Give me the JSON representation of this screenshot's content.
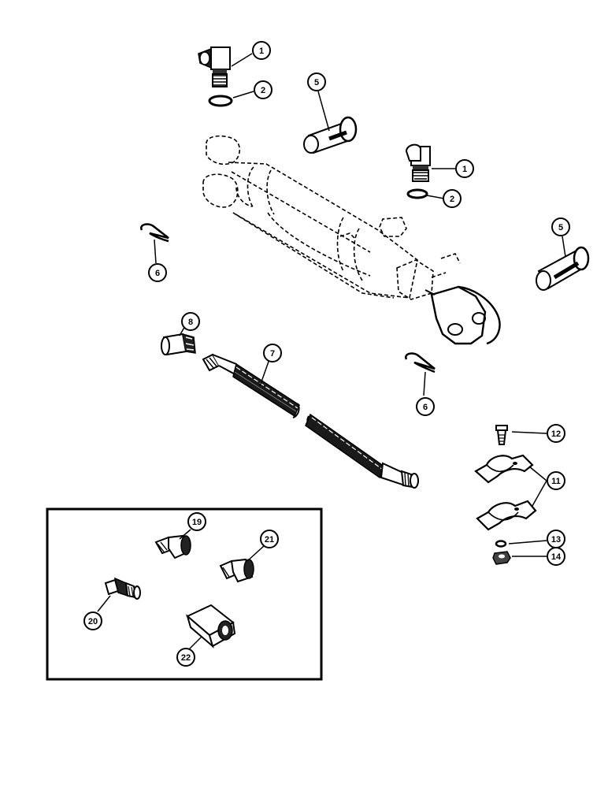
{
  "figure": {
    "callouts": [
      {
        "id": "c1a",
        "label": "1"
      },
      {
        "id": "c2a",
        "label": "2"
      },
      {
        "id": "c5a",
        "label": "5"
      },
      {
        "id": "c1b",
        "label": "1"
      },
      {
        "id": "c2b",
        "label": "2"
      },
      {
        "id": "c5b",
        "label": "5"
      },
      {
        "id": "c6a",
        "label": "6"
      },
      {
        "id": "c8",
        "label": "8"
      },
      {
        "id": "c7",
        "label": "7"
      },
      {
        "id": "c6b",
        "label": "6"
      },
      {
        "id": "c12",
        "label": "12"
      },
      {
        "id": "c11",
        "label": "11"
      },
      {
        "id": "c13",
        "label": "13"
      },
      {
        "id": "c14",
        "label": "14"
      },
      {
        "id": "c19",
        "label": "19"
      },
      {
        "id": "c21",
        "label": "21"
      },
      {
        "id": "c20",
        "label": "20"
      },
      {
        "id": "c22",
        "label": "22"
      }
    ]
  }
}
